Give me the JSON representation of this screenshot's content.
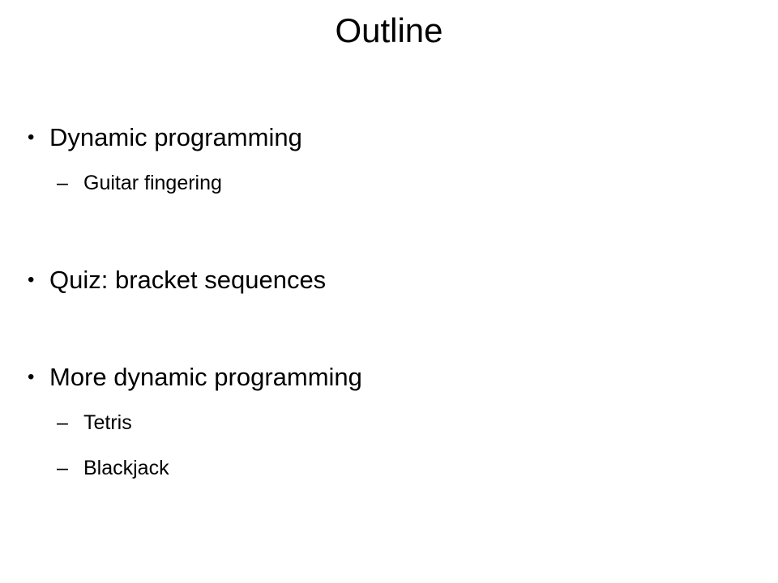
{
  "slide": {
    "title": "Outline",
    "bullet_glyph": "•",
    "dash_glyph": "–",
    "items": [
      {
        "label": "Dynamic programming",
        "subitems": [
          {
            "label": "Guitar fingering"
          }
        ]
      },
      {
        "label": "Quiz: bracket sequences",
        "subitems": []
      },
      {
        "label": "More dynamic programming",
        "subitems": [
          {
            "label": "Tetris"
          },
          {
            "label": "Blackjack"
          }
        ]
      }
    ]
  }
}
